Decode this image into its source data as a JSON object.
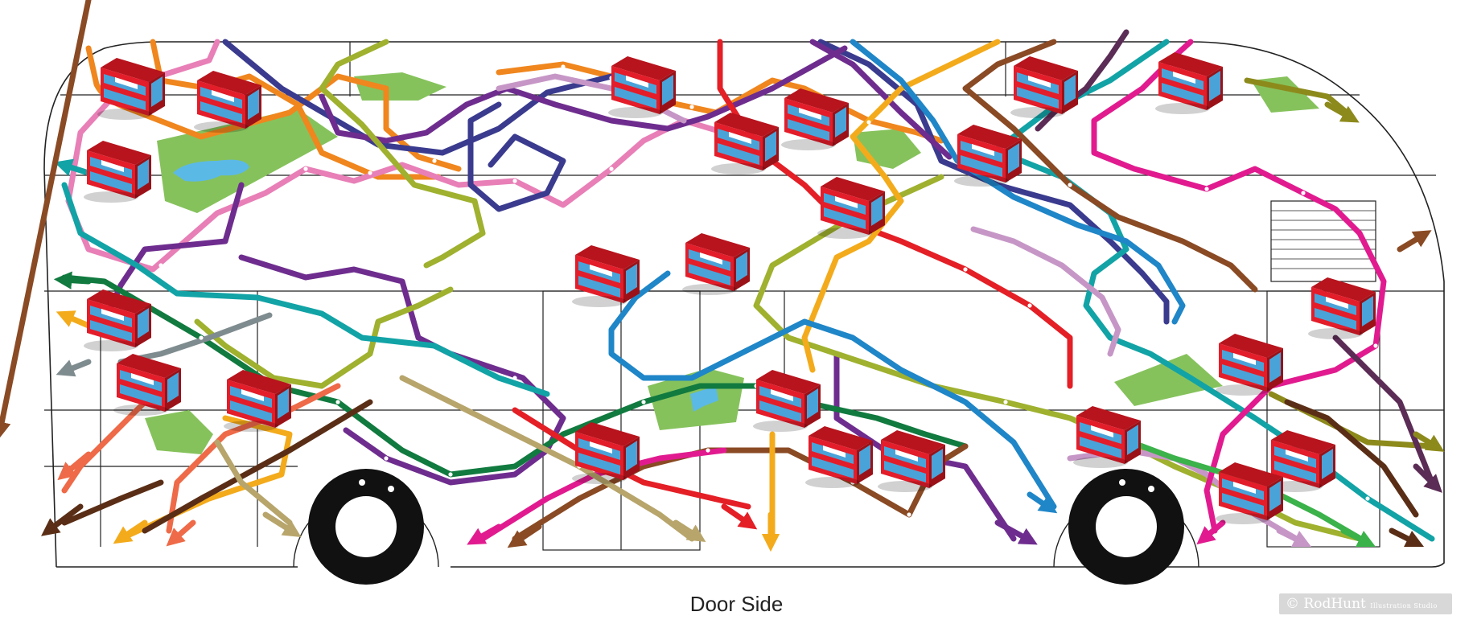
{
  "caption": "Door Side",
  "credit": {
    "text": "© RodHunt",
    "small": "Illustration Studio"
  },
  "colors": {
    "orange": "#f0861e",
    "pink": "#e87fb7",
    "purple": "#6e2d8e",
    "navy": "#3a3b8e",
    "lime": "#9fb12e",
    "teal": "#12a3a6",
    "darkgreen": "#117a3f",
    "red": "#e41f26",
    "lilac": "#c697c6",
    "brown": "#8a4a24",
    "gold": "#f3ab1c",
    "blue": "#1f86c8",
    "magenta": "#e11b8f",
    "olive": "#8d8a1c",
    "salmon": "#ee6a48",
    "grey": "#7f8c8f",
    "darkbrown": "#5a2e16",
    "khaki": "#b7a56b",
    "green": "#3bb24a",
    "plum": "#5b2c55",
    "park": "#86c25c",
    "water": "#5bb9e6",
    "bus_red": "#e31d2a",
    "window": "#4aa3d8"
  },
  "icons": [
    "bus-icon",
    "arrow-icon",
    "wheel-icon",
    "park-icon"
  ]
}
